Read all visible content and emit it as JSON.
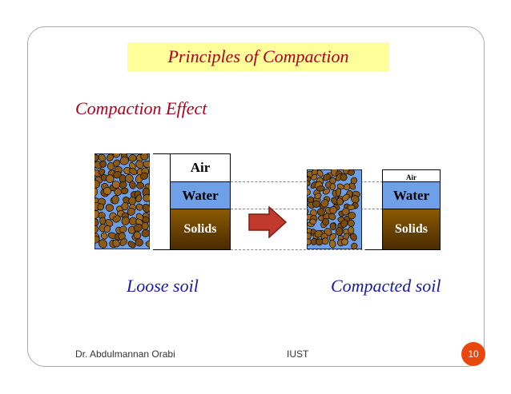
{
  "slide": {
    "title": "Principles of  Compaction",
    "subtitle": "Compaction Effect",
    "loose": {
      "air": "Air",
      "water": "Water",
      "solids": "Solids",
      "caption": "Loose soil"
    },
    "compacted": {
      "air": "Air",
      "water": "Water",
      "solids": "Solids",
      "caption": "Compacted soil"
    },
    "footer": {
      "author": "Dr. Abdulmannan Orabi",
      "center": "IUST",
      "page": "10"
    }
  },
  "colors": {
    "title_text": "#b00020",
    "title_band": "#ffff99",
    "caption_text": "#1a1aa8",
    "water": "#6f9fe6",
    "solids": "#6b4200",
    "arrow": "#c0392b",
    "page_badge": "#e8480c"
  },
  "icons": {
    "arrow": "right-arrow-icon"
  }
}
